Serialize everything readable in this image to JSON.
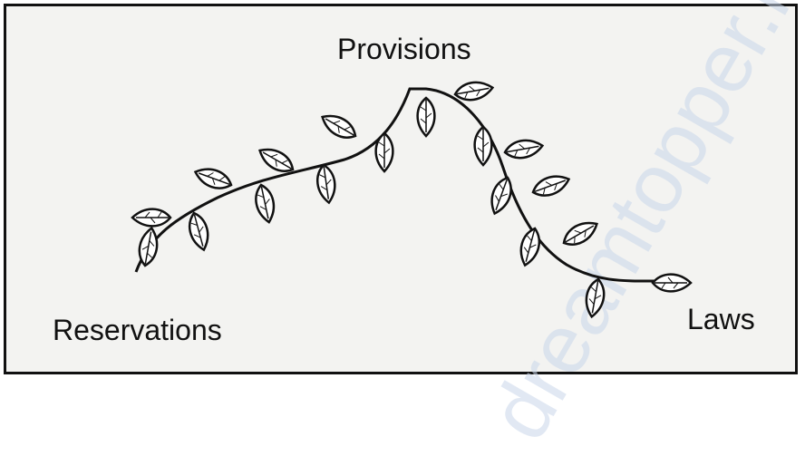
{
  "labels": {
    "top": "Provisions",
    "left": "Reservations",
    "right": "Laws"
  },
  "watermark": "dreamtopper.in",
  "colors": {
    "stroke": "#111111",
    "background": "#f3f3f1",
    "watermark": "#c9d6ea"
  }
}
